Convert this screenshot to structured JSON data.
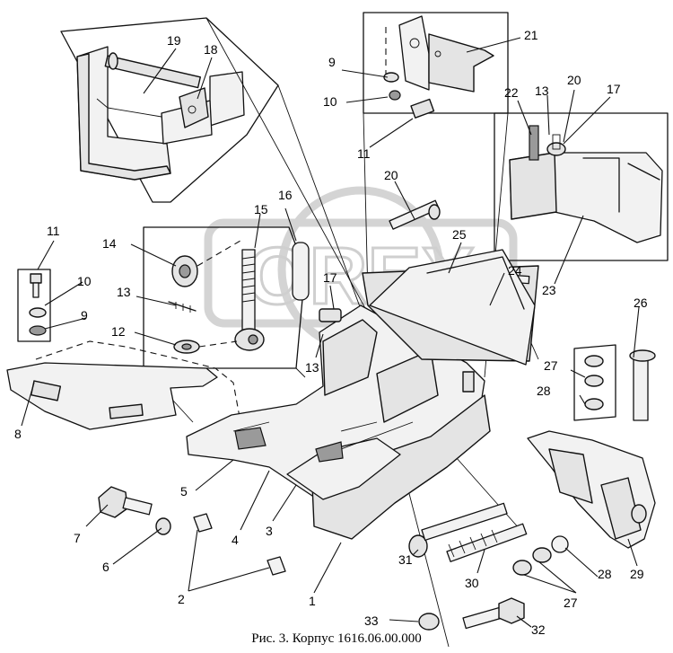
{
  "caption": "Рис. 3. Корпус 1616.06.00.000",
  "watermark": "OREX",
  "callouts": [
    {
      "id": "c19",
      "text": "19"
    },
    {
      "id": "c18",
      "text": "18"
    },
    {
      "id": "c9a",
      "text": "9"
    },
    {
      "id": "c10a",
      "text": "10"
    },
    {
      "id": "c11a",
      "text": "11"
    },
    {
      "id": "c21",
      "text": "21"
    },
    {
      "id": "c22",
      "text": "22"
    },
    {
      "id": "c13a",
      "text": "13"
    },
    {
      "id": "c20a",
      "text": "20"
    },
    {
      "id": "c17a",
      "text": "17"
    },
    {
      "id": "c20b",
      "text": "20"
    },
    {
      "id": "c16",
      "text": "16"
    },
    {
      "id": "c15",
      "text": "15"
    },
    {
      "id": "c14",
      "text": "14"
    },
    {
      "id": "c11b",
      "text": "11"
    },
    {
      "id": "c10b",
      "text": "10"
    },
    {
      "id": "c9b",
      "text": "9"
    },
    {
      "id": "c13b",
      "text": "13"
    },
    {
      "id": "c12",
      "text": "12"
    },
    {
      "id": "c17b",
      "text": "17"
    },
    {
      "id": "c13c",
      "text": "13"
    },
    {
      "id": "c25",
      "text": "25"
    },
    {
      "id": "c24",
      "text": "24"
    },
    {
      "id": "c23",
      "text": "23"
    },
    {
      "id": "c26",
      "text": "26"
    },
    {
      "id": "c27a",
      "text": "27"
    },
    {
      "id": "c28a",
      "text": "28"
    },
    {
      "id": "c8",
      "text": "8"
    },
    {
      "id": "c5",
      "text": "5"
    },
    {
      "id": "c7",
      "text": "7"
    },
    {
      "id": "c6",
      "text": "6"
    },
    {
      "id": "c4",
      "text": "4"
    },
    {
      "id": "c3",
      "text": "3"
    },
    {
      "id": "c2",
      "text": "2"
    },
    {
      "id": "c1",
      "text": "1"
    },
    {
      "id": "c31",
      "text": "31"
    },
    {
      "id": "c30",
      "text": "30"
    },
    {
      "id": "c28b",
      "text": "28"
    },
    {
      "id": "c27b",
      "text": "27"
    },
    {
      "id": "c29",
      "text": "29"
    },
    {
      "id": "c33",
      "text": "33"
    },
    {
      "id": "c32",
      "text": "32"
    }
  ]
}
